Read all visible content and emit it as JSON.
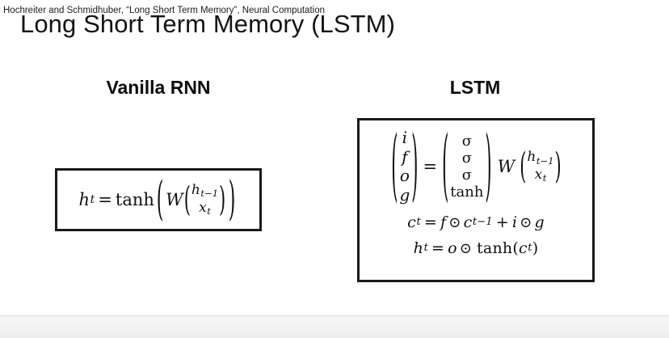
{
  "slide": {
    "title": "Long Short Term Memory (LSTM)",
    "background_color": "#ffffff"
  },
  "columns": {
    "left_heading": "Vanilla RNN",
    "right_heading": "LSTM"
  },
  "rnn_equation": {
    "lhs_var": "h",
    "lhs_sub": "t",
    "equals": "=",
    "function": "tanh",
    "weight": "W",
    "vector": [
      {
        "var": "h",
        "sub": "t−1"
      },
      {
        "var": "x",
        "sub": "t"
      }
    ],
    "plain_text": "h_t = tanh( W ( h_{t-1} ; x_t ) )"
  },
  "lstm_equations": {
    "gate_vector": [
      "i",
      "f",
      "o",
      "g"
    ],
    "equals": "=",
    "activation_vector": [
      "σ",
      "σ",
      "σ",
      "tanh"
    ],
    "weight": "W",
    "input_vector": [
      {
        "var": "h",
        "sub": "t−1"
      },
      {
        "var": "x",
        "sub": "t"
      }
    ],
    "cell_line": {
      "lhs_var": "c",
      "lhs_sub": "t",
      "equals": "=",
      "forget_var": "f",
      "hadamard": "⊙",
      "prev_cell_var": "c",
      "prev_cell_sub": "t−1",
      "plus": "+",
      "input_var": "i",
      "gate_var": "g",
      "plain_text": "c_t = f ⊙ c_{t-1} + i ⊙ g"
    },
    "hidden_line": {
      "lhs_var": "h",
      "lhs_sub": "t",
      "equals": "=",
      "output_var": "o",
      "hadamard": "⊙",
      "function": "tanh",
      "open_paren": "(",
      "cell_var": "c",
      "cell_sub": "t",
      "close_paren": ")",
      "plain_text": "h_t = o ⊙ tanh(c_t)"
    },
    "plain_text_main": "(i, f, o, g)^T = (σ, σ, σ, tanh)^T W ( h_{t-1} ; x_t )"
  },
  "footer": {
    "citation": "Hochreiter and Schmidhuber, “Long Short Term Memory”, Neural Computation"
  }
}
